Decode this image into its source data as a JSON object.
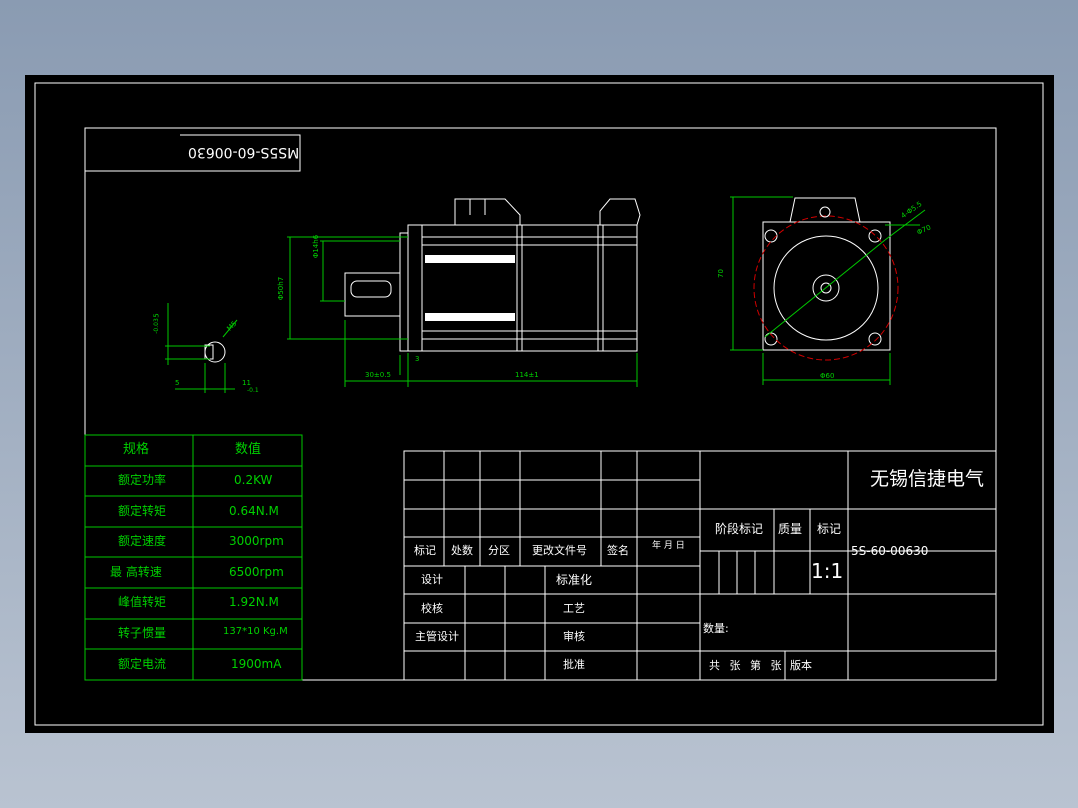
{
  "part_number_mirrored": "MS5S-60-00630",
  "spec_table": {
    "header_param": "规格",
    "header_value": "数值",
    "rows": [
      {
        "param": "额定功率",
        "value": "0.2KW"
      },
      {
        "param": "额定转矩",
        "value": "0.64N.M"
      },
      {
        "param": "额定速度",
        "value": "3000rpm"
      },
      {
        "param": "最 高转速",
        "value": "6500rpm"
      },
      {
        "param": "峰值转矩",
        "value": "1.92N.M"
      },
      {
        "param": "转子惯量",
        "value": "137*10 Kg.M"
      },
      {
        "param": "额定电流",
        "value": "1900mA"
      }
    ]
  },
  "dimensions": {
    "overall_length": "114±1",
    "shaft_ext": "30±0.5",
    "flange_gap": "3",
    "dia_shaft": "Φ14h6",
    "dia_pilot": "Φ50h7",
    "height": "70",
    "width": "Φ60",
    "bolt_circle": "Φ70",
    "hole": "4-Φ5.5",
    "key_w": "5",
    "key_depth": "11",
    "key_tol": "-0.1",
    "key_h": "5",
    "key_h_tol": "-0.03",
    "dim_m": "M5"
  },
  "title_block": {
    "company": "无锡信捷电气",
    "drawing_no": "5S-60-00630",
    "scale": "1:1",
    "row_labels": [
      "标记",
      "处数",
      "分区",
      "更改文件号",
      "签名",
      "年 月 日"
    ],
    "design": "设计",
    "standardize": "标准化",
    "check": "校核",
    "process": "工艺",
    "chief": "主管设计",
    "review": "审核",
    "approve": "批准",
    "stage": "阶段标记",
    "mass": "质量",
    "scale_label": "标记",
    "quantity": "数量:",
    "sheet_total": "共 张 第 张",
    "version": "版本"
  }
}
